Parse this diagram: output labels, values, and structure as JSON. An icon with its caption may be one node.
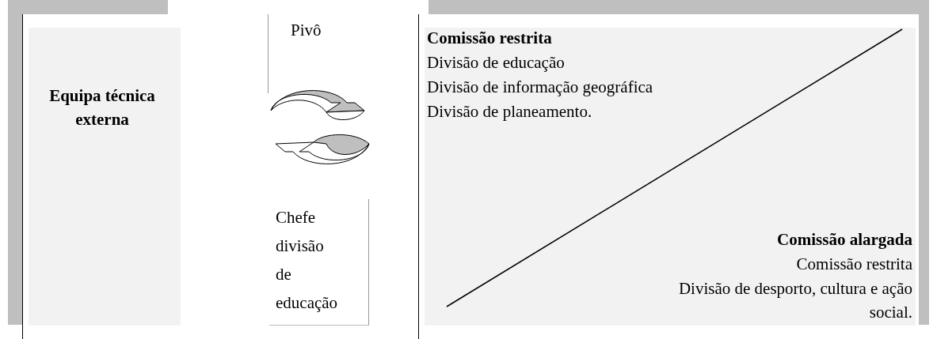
{
  "diagram": {
    "nodes": [
      {
        "text": [
          "Equipa técnica externa"
        ]
      },
      {
        "text": [
          "Pivô"
        ]
      },
      {
        "text": [
          "Chefe divisão de educação"
        ]
      },
      {
        "text": [
          "Comissão restrita",
          "Divisão de educação",
          "Divisão de informação geográfica",
          "Divisão de planeamento.",
          "Comissão alargada",
          "Comissão restrita",
          "Divisão de desporto, cultura e ação social."
        ]
      }
    ]
  }
}
